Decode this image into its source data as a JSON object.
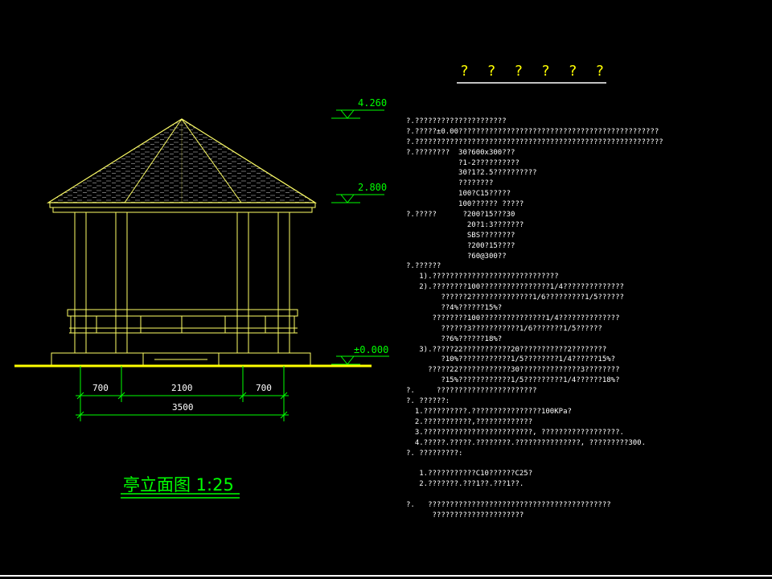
{
  "drawing": {
    "title": "? ? ? ? ? ?",
    "caption": "亭立面图 1:25",
    "elevations": {
      "roof_top": "4.260",
      "eave": "2.800",
      "ground": "±0.000"
    },
    "dimensions": {
      "left": "700",
      "middle": "2100",
      "right": "700",
      "total": "3500"
    }
  },
  "notes": [
    "?.?????????????????????",
    "?.?????±0.00??????????????????????????????????????????????",
    "?.?????????????????????????????????????????????????????????",
    "?.????????  30?600x300???",
    "            ?1-2??????????",
    "            30?1?2.5??????????",
    "            ????????",
    "            100?C15?????",
    "            100?????? ?????",
    "?.?????      ?200?15???30",
    "              20?1:3???????",
    "              SBS????????",
    "              ?200?15????",
    "              ?60@300??",
    "?.??????",
    "   1).?????????????????????????????",
    "   2).????????100????????????????1/4??????????????",
    "        ??????2??????????????1/6?????????1/5??????",
    "        ??4%??????15%?",
    "      ????????100???????????????1/4??????????????",
    "        ??????3???????????1/6???????1/5??????",
    "        ??6%??????18%?",
    "   3).?????22???????????20???????????2????????",
    "        ?10%????????????1/5????????1/4??????15%?",
    "     ?????22????????????30??????????????3????????",
    "        ?15%????????????1/5?????????1/4??????18%?",
    "?.     ???????????????????????",
    "?. ??????:",
    "  1.??????????.????????????????100KPa?",
    "  2.???????????,?????????????",
    "  3.?????????????????????????, ??????????????????.",
    "  4.?????.?????.????????.???????????????, ?????????300.",
    "?. ?????????:",
    "",
    "   1.???????????C10??????C25?",
    "   2.???????.???1??.???1??.",
    "",
    "?.   ??????????????????????????????????????????",
    "      ?????????????????????"
  ]
}
